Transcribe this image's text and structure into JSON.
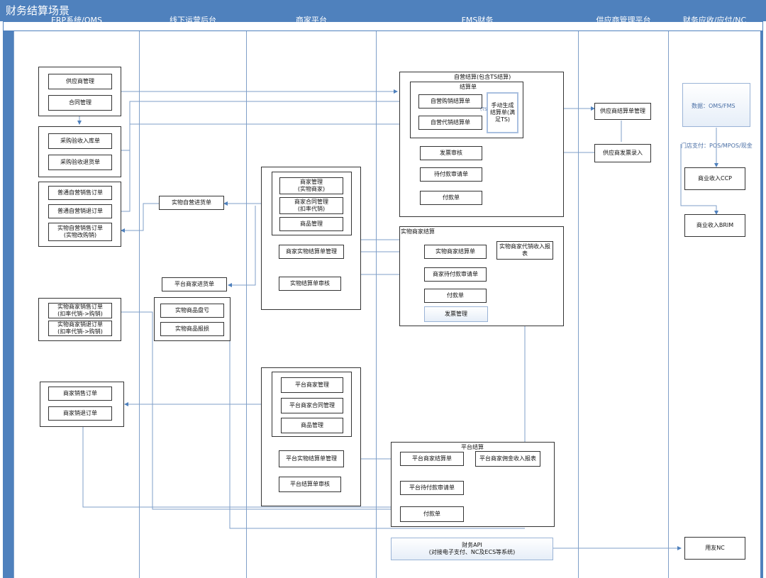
{
  "title": "财务结算场景",
  "lanes": {
    "erp": "ERP系统/OMS",
    "offline": "线下运营后台",
    "merchant": "商家平台",
    "fms": "FMS财务",
    "supplier": "供应商管理平台",
    "ar": "财务应收/应付/NC"
  },
  "erp": {
    "supplier_mgmt": "供应商管理",
    "contract_mgmt": "合同管理",
    "purchase_in": "采购验收入库单",
    "purchase_return": "采购验收退货单",
    "normal_sales": "普通自营销售订单",
    "normal_return": "普通自营销退订单",
    "physical_sales": "实物自营销售订单\n(实物改购销)",
    "merchant_sales": "实物商家销售订单\n(扣率代销->购销)",
    "merchant_return": "实物商家销退订单\n(扣率代销->购销)",
    "mall_sales": "商家销售订单",
    "mall_return": "商家销退订单"
  },
  "offline": {
    "self_in_return": "实物自营进货单",
    "platform_in": "平台商家进货单",
    "inventory_diff": "实物商品盘亏",
    "loss": "实物商品报损"
  },
  "merchant": {
    "merchant_mgmt": "商家管理\n(实物商家)",
    "merchant_contract": "商家合同管理\n(扣率代销)",
    "product_mgmt": "商品管理",
    "settle_mgmt": "商家实物结算单管理",
    "settle_review": "实物结算单审核",
    "p_merchant_mgmt": "平台商家管理",
    "p_contract_mgmt": "平台商家合同管理",
    "p_product_mgmt": "商品管理",
    "p_settle_mgmt": "平台实物结算单管理",
    "p_settle_review": "平台结算单审核"
  },
  "fms": {
    "self_group": "自营结算(包含TS结算)",
    "settle_group": "结算单",
    "self_purchase": "自营购销结算单",
    "self_consign": "自营代销结算单",
    "manual": "手动生成\n结算单(满\n足TS)",
    "invoice_review": "发票审核",
    "pay_request": "待付款审请单",
    "pay": "付款单",
    "phys_group": "实物商家结算",
    "phys_settle": "实物商家结算单",
    "phys_report": "实物商家代销收入报\n表",
    "phys_pay_request": "商家待付款审请单",
    "phys_pay": "付款单",
    "phys_invoice": "发票管理",
    "plat_group": "平台结算",
    "plat_settle": "平台商家结算单",
    "plat_report": "平台商家佣金收入报表",
    "plat_pay_request": "平台待付款审请单",
    "plat_pay": "付款单",
    "api": "财务API\n(对接电子支付、NC及ECS等系统)",
    "ts_small": "(TS"
  },
  "supplier": {
    "settle_mgmt": "供应商结算单管理",
    "invoice_entry": "供应商发票录入"
  },
  "ar": {
    "data_label": "数据：OMS/FMS",
    "store_pay": "门店支付：POS/MPOS/现金",
    "ccp": "商业收入CCP",
    "brim": "商业收入BRIM",
    "nc": "用友NC"
  }
}
